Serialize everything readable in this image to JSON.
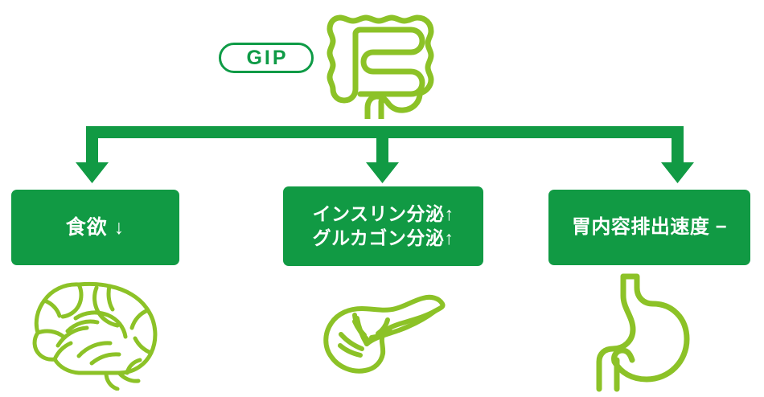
{
  "diagram": {
    "title": "GIP action pathway",
    "colors": {
      "dark_green": "#119a44",
      "pill_green": "#0e9b46",
      "light_green": "#8cc227",
      "white": "#ffffff"
    },
    "source": {
      "pill_label": "GIP",
      "organ_icon": "intestine-icon"
    },
    "connector": {
      "type": "one-to-many-arrows",
      "branch_count": 3
    },
    "outcomes": [
      {
        "id": "appetite",
        "lines": [
          "食欲 ↓"
        ],
        "direction": "decrease",
        "organ_icon": "brain-icon"
      },
      {
        "id": "secretion",
        "lines": [
          "インスリン分泌↑",
          "グルカゴン分泌↑"
        ],
        "direction": "increase",
        "organ_icon": "pancreas-icon"
      },
      {
        "id": "gastric-emptying",
        "lines": [
          "胃内容排出速度 −"
        ],
        "direction": "unchanged",
        "organ_icon": "stomach-icon"
      }
    ]
  }
}
